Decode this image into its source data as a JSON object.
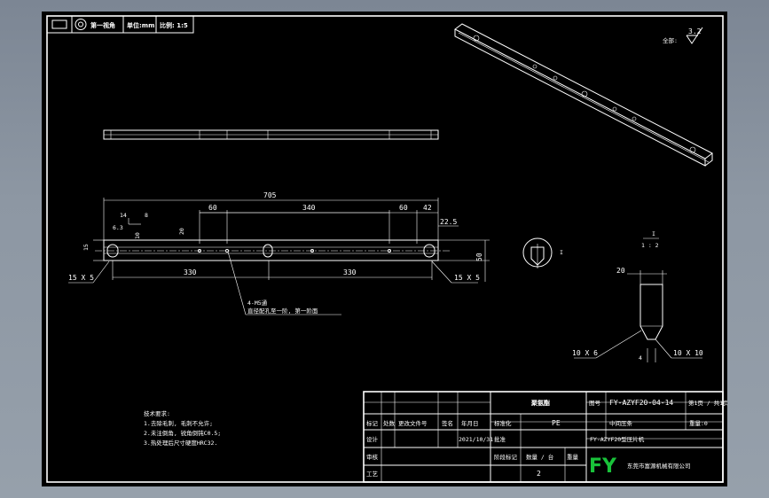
{
  "top_bar": {
    "projection_label": "第一视角",
    "unit_label": "单位:mm",
    "scale_label": "比例: 1:5"
  },
  "roughness": {
    "label": "全部:",
    "value": "3.2"
  },
  "dimensions": {
    "overall_length": "705",
    "d60_left": "60",
    "d340": "340",
    "d60_right": "60",
    "d42": "42",
    "d225": "22.5",
    "d14": "14",
    "d8": "8",
    "d63": "6.3",
    "d10": "10",
    "d20": "20",
    "d15": "15",
    "d50": "50",
    "d330_left": "330",
    "d330_right": "330",
    "slot_left": "15 X 5",
    "slot_right": "15 X 5",
    "holes_note": "4-M5通",
    "holes_note2": "直径配孔至一阶, 第一阶面"
  },
  "detail": {
    "marker": "I",
    "label": "I",
    "scale": "1 : 2",
    "width": "20",
    "chamfer_left": "10 X 6",
    "chamfer_right": "10 X 10",
    "tip": "4"
  },
  "tech_notes": {
    "title": "技术要求:",
    "items": [
      "1.去除毛刺, 毛刺不允许;",
      "2.未注倒角, 锐角倒钝C0.5;",
      "3.热处理后尺寸硬度HRC32."
    ]
  },
  "title_block": {
    "material": "聚氨酯",
    "drawing_no": "FY-AZYF20-04-14",
    "sheet": "第1页 / 共1页",
    "material_value": "PE",
    "part_name": "中间压条",
    "weight": "重量:0",
    "assembly": "FY-AZYF20型压片机",
    "date": "2021/10/31",
    "quantity_label": "数量 / 台",
    "quantity": "2",
    "company_logo": "FY",
    "company": "东莞市富源机械有限公司",
    "rows": {
      "mark": "标记",
      "count": "处数",
      "change_doc": "更改文件号",
      "sign": "签名",
      "ymd": "年月日",
      "design": "设计",
      "check": "审核",
      "process": "工艺",
      "approve": "批准",
      "std": "标准化",
      "stage": "阶段标记",
      "weight_col": "重量"
    }
  }
}
